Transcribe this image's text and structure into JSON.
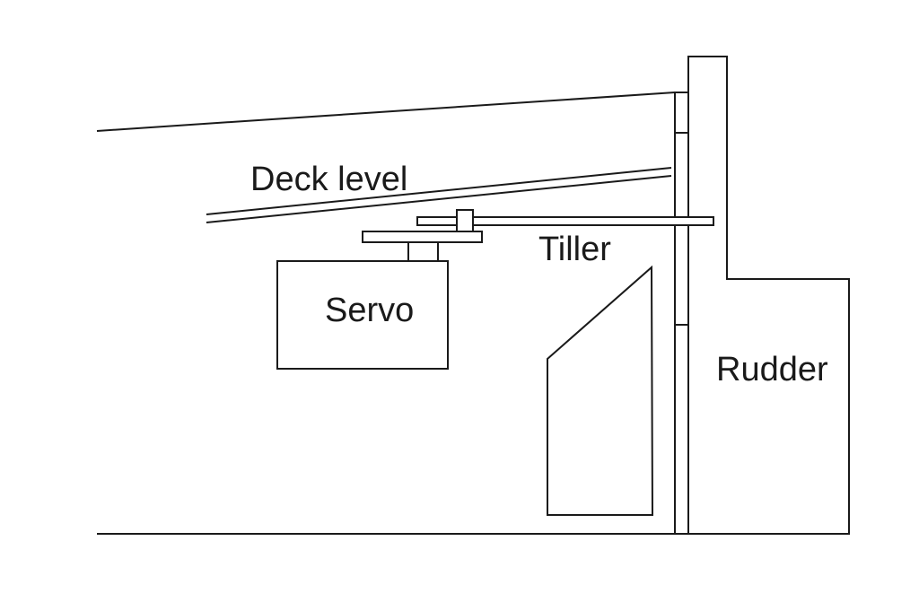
{
  "labels": {
    "deck_level": "Deck level",
    "tiller": "Tiller",
    "servo": "Servo",
    "rudder": "Rudder"
  },
  "colors": {
    "line": "#1a1a1a",
    "background": "#ffffff"
  }
}
